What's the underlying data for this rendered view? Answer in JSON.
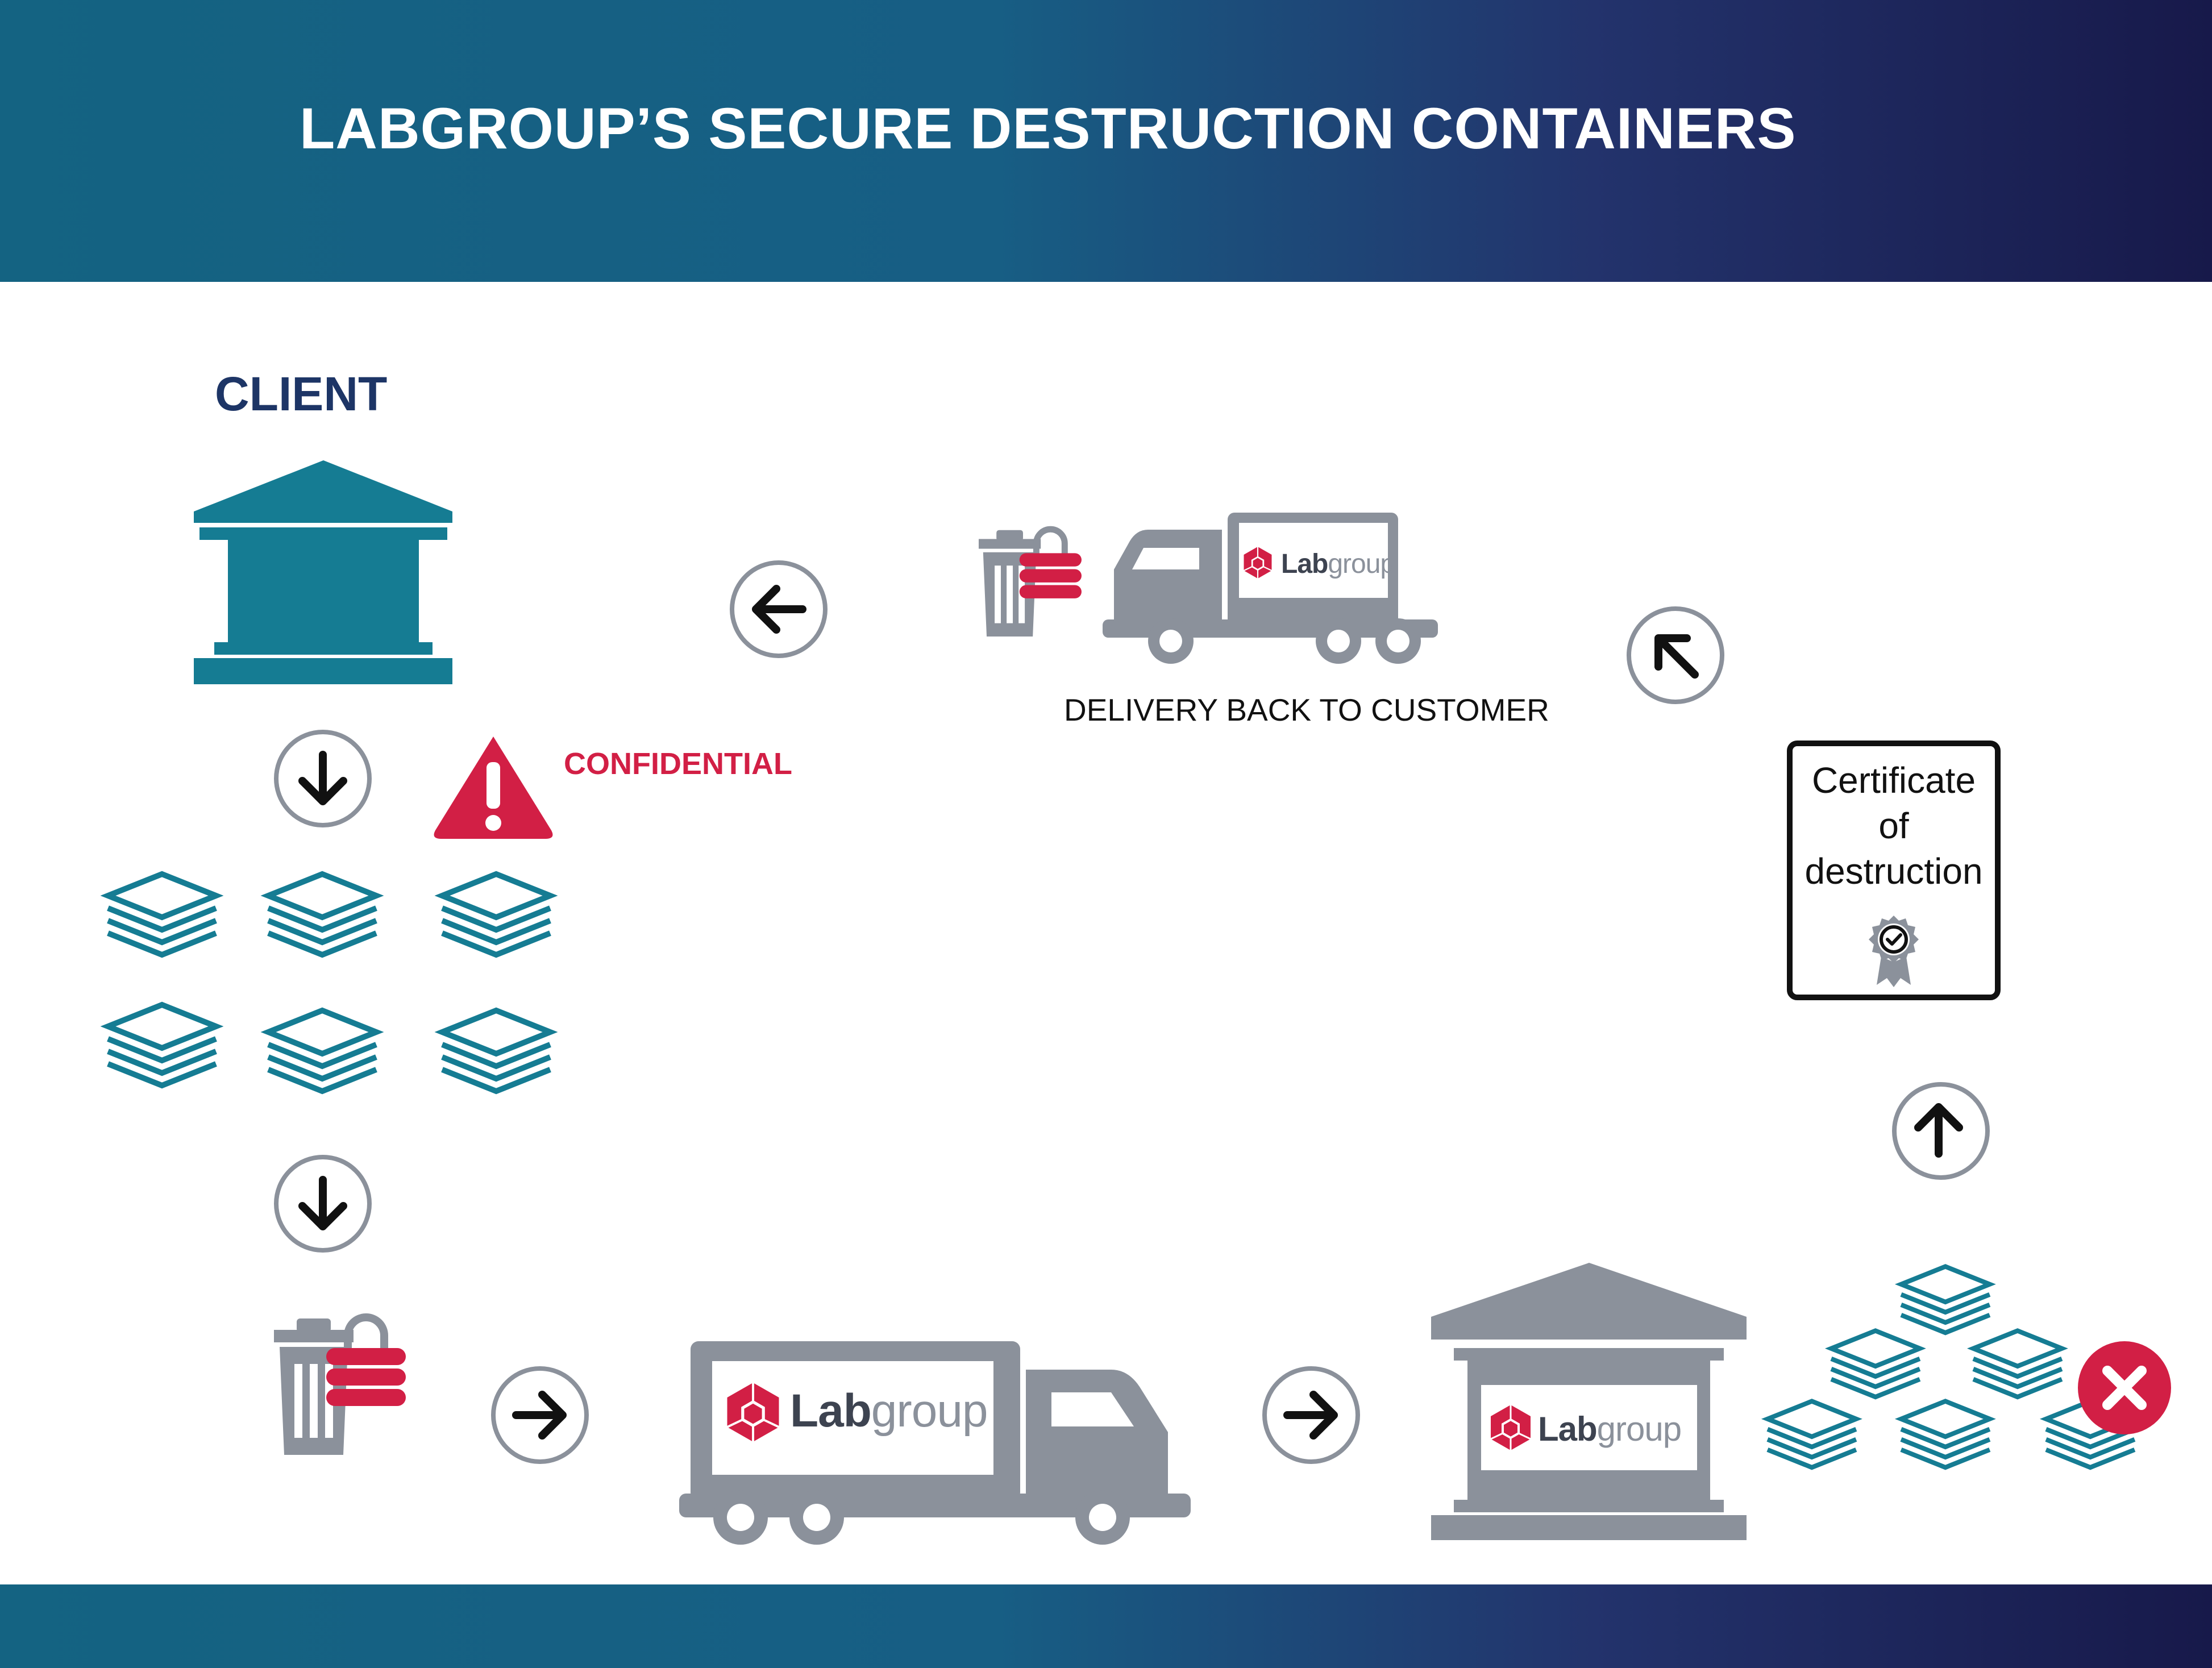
{
  "header": {
    "title": "LABGROUP’S SECURE DESTRUCTION CONTAINERS"
  },
  "labels": {
    "client": "CLIENT",
    "confidential": "CONFIDENTIAL",
    "delivery_back": "DELIVERY BACK TO CUSTOMER"
  },
  "certificate": {
    "text": "Certificate\nof\ndestruction"
  },
  "brand": {
    "name_bold": "Lab",
    "name_light": "group"
  },
  "colors": {
    "header_start": "#146382",
    "header_end": "#17194a",
    "teal": "#157c93",
    "gray": "#8b919b",
    "red": "#d21f45",
    "navy": "#1d3566"
  },
  "icons": [
    "bank-icon",
    "arrow-down-icon",
    "warning-icon",
    "document-stack-icon",
    "secure-bin-icon",
    "arrow-right-icon",
    "truck-icon",
    "facility-icon",
    "arrow-up-icon",
    "arrow-up-left-icon",
    "arrow-left-icon",
    "certificate-badge-icon",
    "close-icon"
  ]
}
